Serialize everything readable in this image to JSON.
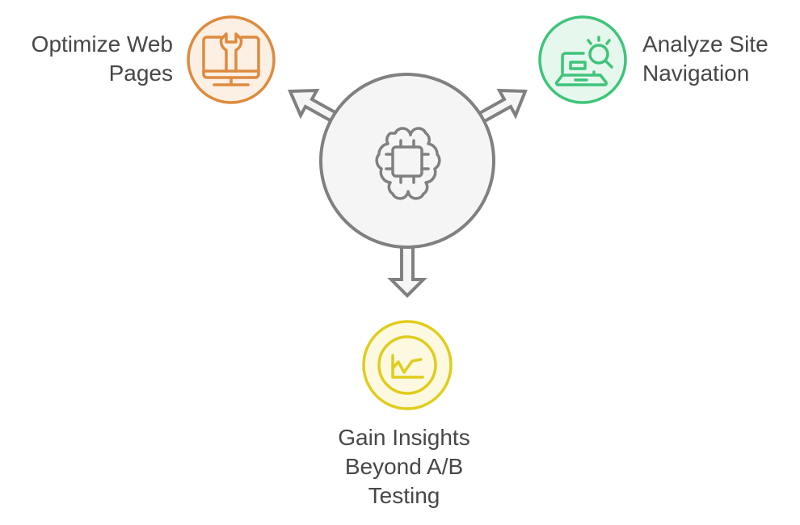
{
  "diagram": {
    "center": {
      "icon": "brain-chip-icon",
      "stroke": "#808080",
      "fill": "#f5f5f5"
    },
    "nodes": [
      {
        "id": "optimize",
        "label_line1": "Optimize Web",
        "label_line2": "Pages",
        "icon": "monitor-wrench-icon",
        "stroke": "#dd8b3f",
        "fill": "#fcefe3"
      },
      {
        "id": "analyze",
        "label_line1": "Analyze Site",
        "label_line2": "Navigation",
        "icon": "laptop-search-icon",
        "stroke": "#3fc47a",
        "fill": "#e6f7ee"
      },
      {
        "id": "insights",
        "label_line1": "Gain Insights",
        "label_line2": "Beyond A/B",
        "label_line3": "Testing",
        "icon": "line-chart-icon",
        "stroke": "#e0cc1c",
        "fill": "#fdf9e1"
      }
    ]
  }
}
